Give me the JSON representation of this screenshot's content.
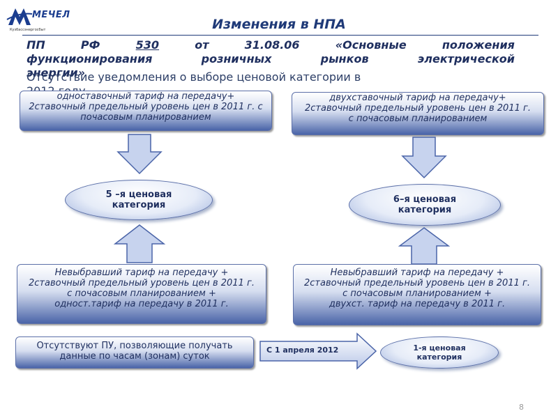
{
  "logo": {
    "brand": "МЕЧЕЛ",
    "tagline": "Кузбассэнергосбыт",
    "icon": "mechel-logo-icon"
  },
  "title": "Изменения в НПА",
  "subtitle": {
    "part1": "ПП",
    "part2": "РФ",
    "part3": "530",
    "part4": "от",
    "part5": "31.08.06",
    "part6": "«Основные",
    "part7": "положения",
    "line2": "функционирования розничных рынков электрической",
    "line3": "энергии»"
  },
  "overlap_note": {
    "line1": "Отсутствие уведомления о выборе ценовой категории в",
    "line2": "2012 году"
  },
  "box_top_left": {
    "line1": "одноставочный тариф  на передачу+",
    "line2": "2ставочный предельный уровень цен в 2011 г. с",
    "line3": "почасовым планированием"
  },
  "box_top_right": {
    "line1": "двухставочный тариф на передачу+",
    "line2": "2ставочный  предельный уровень цен в 2011 г.",
    "line3": "с почасовым планированием"
  },
  "category_5": {
    "line1": "5 –я  ценовая",
    "line2": "категория"
  },
  "category_6": {
    "line1": "6–я  ценовая",
    "line2": "категория"
  },
  "box_bottom_left": {
    "line1": "Невыбравший тариф на передачу +",
    "line2": "2ставочный предельный уровень цен в 2011 г.",
    "line3": "с  почасовым планированием +",
    "line4": "одност.тариф на передачу в 2011 г."
  },
  "box_bottom_right": {
    "line1": "Невыбравший тариф на передачу +",
    "line2": "2ставочный предельный уровень цен в 2011 г.",
    "line3": "с почасовым планированием +",
    "line4": "двухст. тариф  на передачу в 2011 г."
  },
  "box_pu": {
    "line1": "Отсутствуют ПУ, позволяющие получать",
    "line2": "данные по часам (зонам) суток"
  },
  "banner": {
    "label": "С 1 апреля 2012"
  },
  "category_1": {
    "line1": "1-я ценовая",
    "line2": "категория"
  },
  "page_number": "8",
  "colors": {
    "accent": "#1f3a78",
    "box_dark": "#4a64a8",
    "arrow_fill": "#c7d3ee"
  }
}
